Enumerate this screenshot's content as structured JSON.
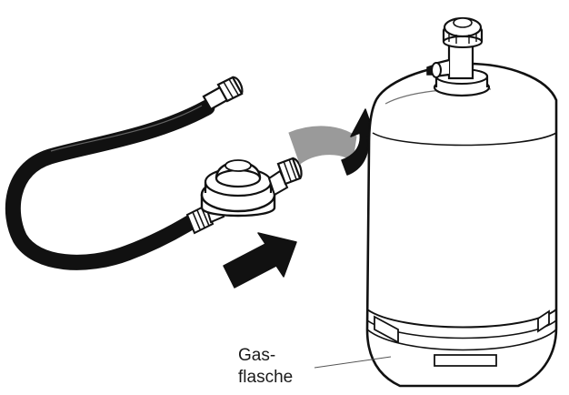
{
  "diagram": {
    "label": {
      "line1": "Gas-",
      "line2": "flasche"
    },
    "colors": {
      "outline": "#111111",
      "hose": "#111111",
      "arrow_dark": "#111111",
      "arrow_gray": "#9a9a9a",
      "leader_line": "#555555",
      "background": "#ffffff"
    },
    "icons": {
      "hose": "rubber-hose",
      "regulator": "pressure-regulator",
      "cylinder": "gas-cylinder",
      "push_arrow": "right-arrow",
      "rotate_arrow": "rotate-arrow"
    }
  }
}
